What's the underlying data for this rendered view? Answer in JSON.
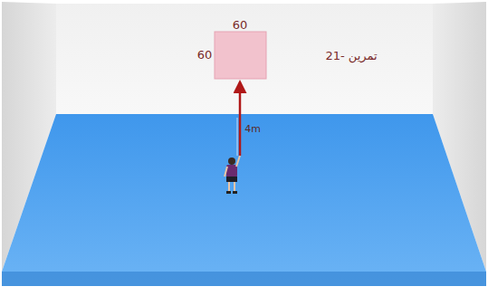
{
  "diagram": {
    "labels": [
      "60",
      "60",
      "4m",
      "تمرین -21"
    ]
  }
}
